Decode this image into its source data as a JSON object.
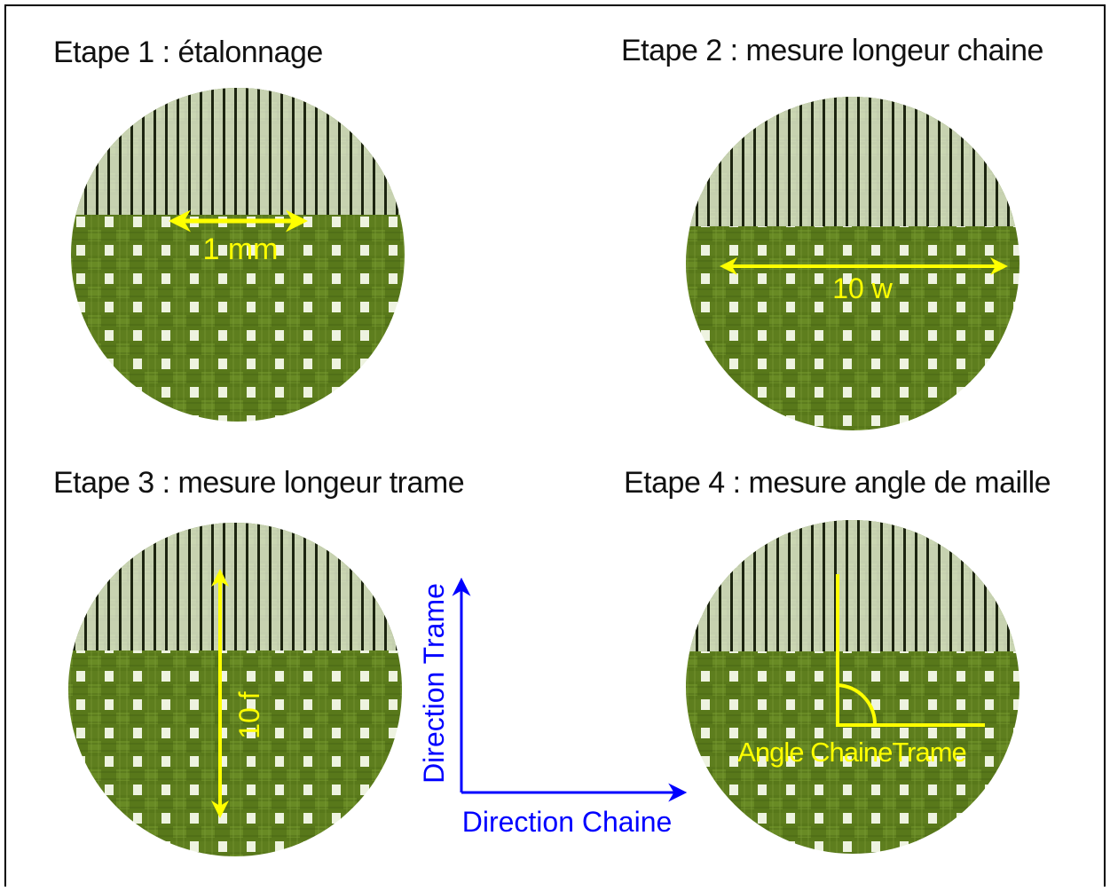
{
  "steps": [
    {
      "title": "Etape 1 : étalonnage",
      "label": "1 mm"
    },
    {
      "title": "Etape 2 : mesure longeur chaine",
      "label": "10 w"
    },
    {
      "title": "Etape 3 : mesure longeur trame",
      "label": "10 f"
    },
    {
      "title": "Etape 4 : mesure angle de maille",
      "label": "Angle ChaineTrame"
    }
  ],
  "axes": {
    "vertical_label": "Direction Trame",
    "horizontal_label": "Direction Chaine"
  },
  "colors": {
    "fabric": "#5e7e1e",
    "fabric_light": "#8aa545",
    "scale_lines": "#1c2410",
    "measure": "#ffff00",
    "axis": "#0000ff",
    "border": "#000000"
  }
}
